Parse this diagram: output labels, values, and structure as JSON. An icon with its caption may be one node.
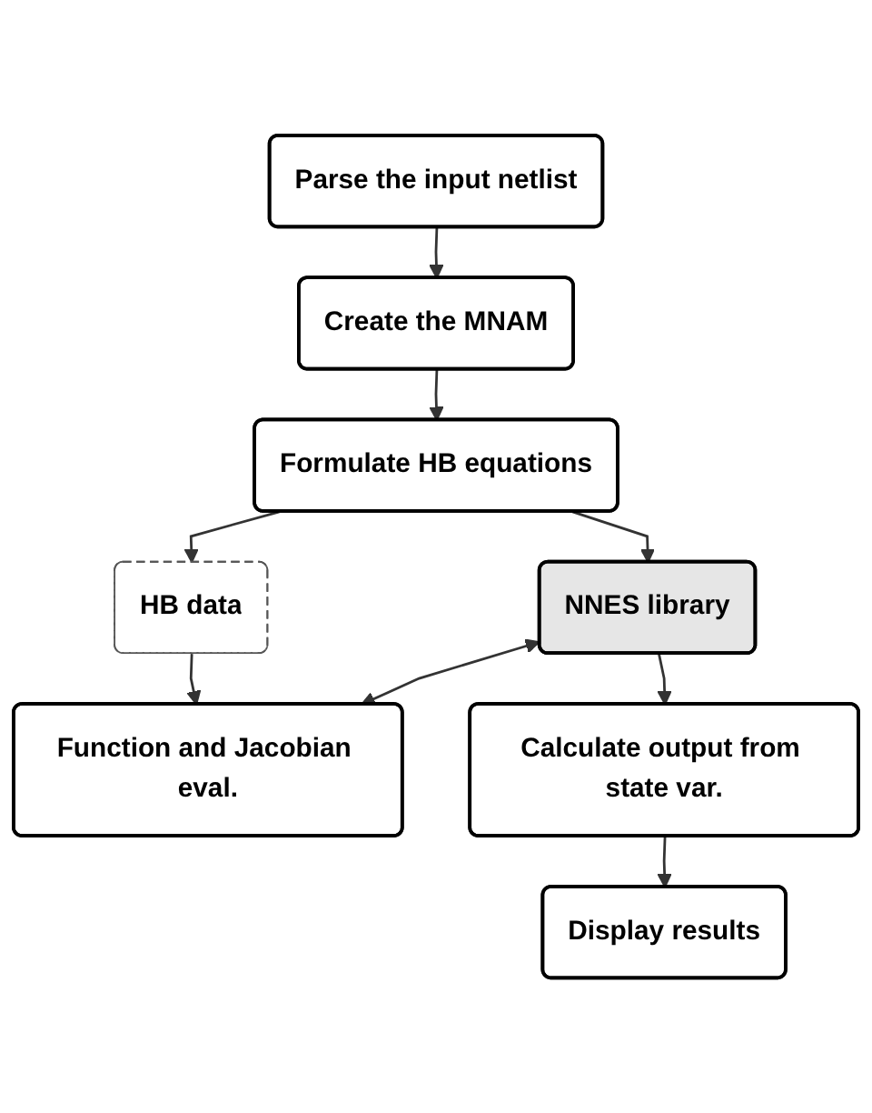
{
  "diagram": {
    "nodes": [
      {
        "text": [
          "Parse the input netlist"
        ]
      },
      {
        "text": [
          "Create the MNAM"
        ]
      },
      {
        "text": [
          "Formulate HB equations"
        ]
      },
      {
        "text": [
          "HB data"
        ]
      },
      {
        "text": [
          "NNES library"
        ]
      },
      {
        "text": [
          "Function and Jacobian eval."
        ]
      },
      {
        "text": [
          "Calculate output from state var."
        ]
      },
      {
        "text": [
          "Display results"
        ]
      }
    ],
    "edges": [
      {
        "from": 0,
        "to": 1,
        "arrow": "to"
      },
      {
        "from": 1,
        "to": 2,
        "arrow": "to"
      },
      {
        "from": 2,
        "to": 3,
        "arrow": "to"
      },
      {
        "from": 2,
        "to": 4,
        "arrow": "to"
      },
      {
        "from": 3,
        "to": 5,
        "arrow": "to"
      },
      {
        "from": 4,
        "to": 5,
        "arrow": "both"
      },
      {
        "from": 4,
        "to": 6,
        "arrow": "to"
      },
      {
        "from": 6,
        "to": 7,
        "arrow": "to"
      }
    ]
  }
}
